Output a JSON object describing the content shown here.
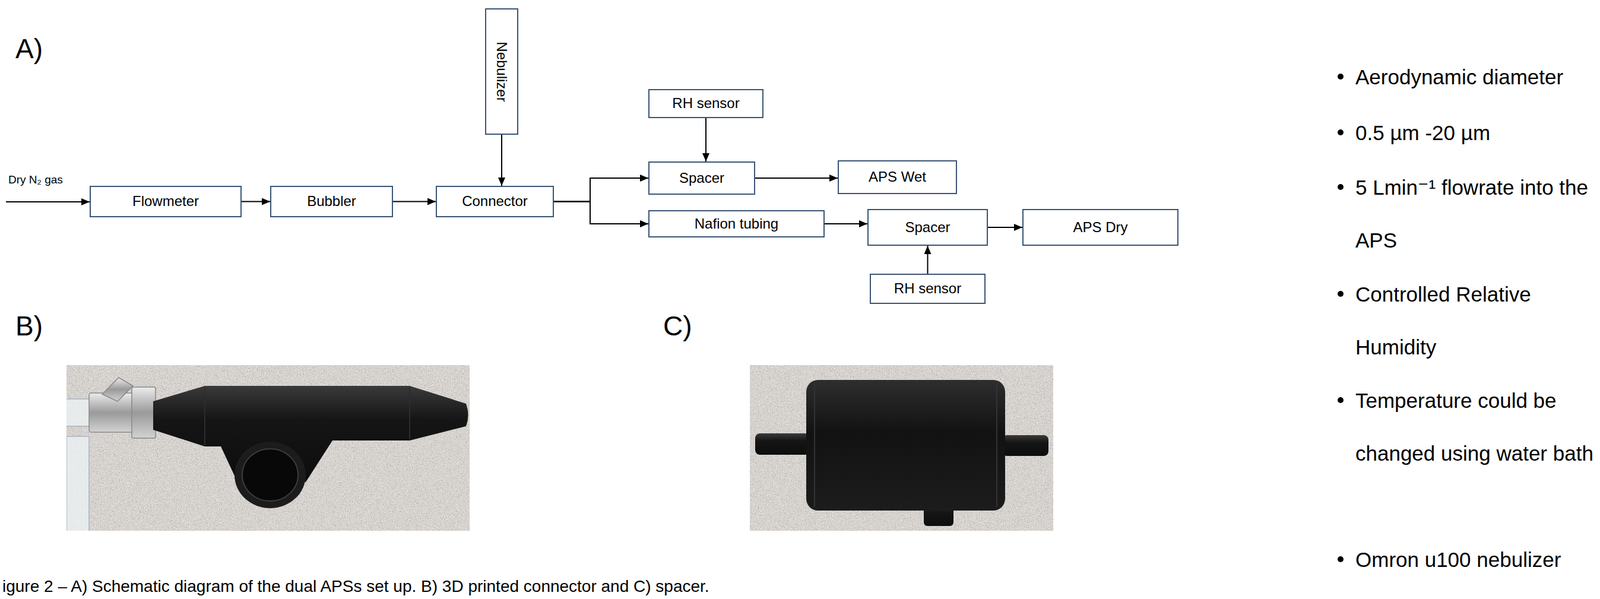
{
  "diagram": {
    "caption": "igure 2 – A) Schematic diagram of the dual APSs set up. B) 3D printed connector and C) spacer.",
    "nodes": [
      {
        "text": [
          "Nebulizer"
        ]
      },
      {
        "text": [
          "RH sensor"
        ]
      },
      {
        "text": [
          "Spacer"
        ]
      },
      {
        "text": [
          "APS Wet"
        ]
      },
      {
        "text": [
          "Flowmeter"
        ]
      },
      {
        "text": [
          "Bubbler"
        ]
      },
      {
        "text": [
          "Connector"
        ]
      },
      {
        "text": [
          "Nafion tubing"
        ]
      },
      {
        "text": [
          "Spacer"
        ]
      },
      {
        "text": [
          "APS Dry"
        ]
      },
      {
        "text": [
          "RH sensor"
        ]
      }
    ],
    "edges": [
      {
        "from": 4,
        "to": 5,
        "arrow": "to"
      },
      {
        "from": 5,
        "to": 6,
        "arrow": "to"
      },
      {
        "from": 0,
        "to": 6,
        "arrow": "to"
      },
      {
        "from": 6,
        "to": 2,
        "arrow": "to"
      },
      {
        "from": 6,
        "to": 7,
        "arrow": "to"
      },
      {
        "from": 1,
        "to": 2,
        "arrow": "to"
      },
      {
        "from": 2,
        "to": 3,
        "arrow": "to"
      },
      {
        "from": 7,
        "to": 8,
        "arrow": "to"
      },
      {
        "from": 8,
        "to": 9,
        "arrow": "to"
      },
      {
        "from": 10,
        "to": 8,
        "arrow": "to"
      }
    ],
    "labels": [
      "A)",
      "Dry N₂ gas",
      "B)",
      "C)",
      "Aerodynamic diameter",
      "0.5 µm -20 µm",
      "5 Lmin⁻¹ flowrate into the APS",
      "Controlled Relative Humidity",
      "Temperature could be changed using water bath",
      "Omron u100 nebulizer"
    ]
  }
}
